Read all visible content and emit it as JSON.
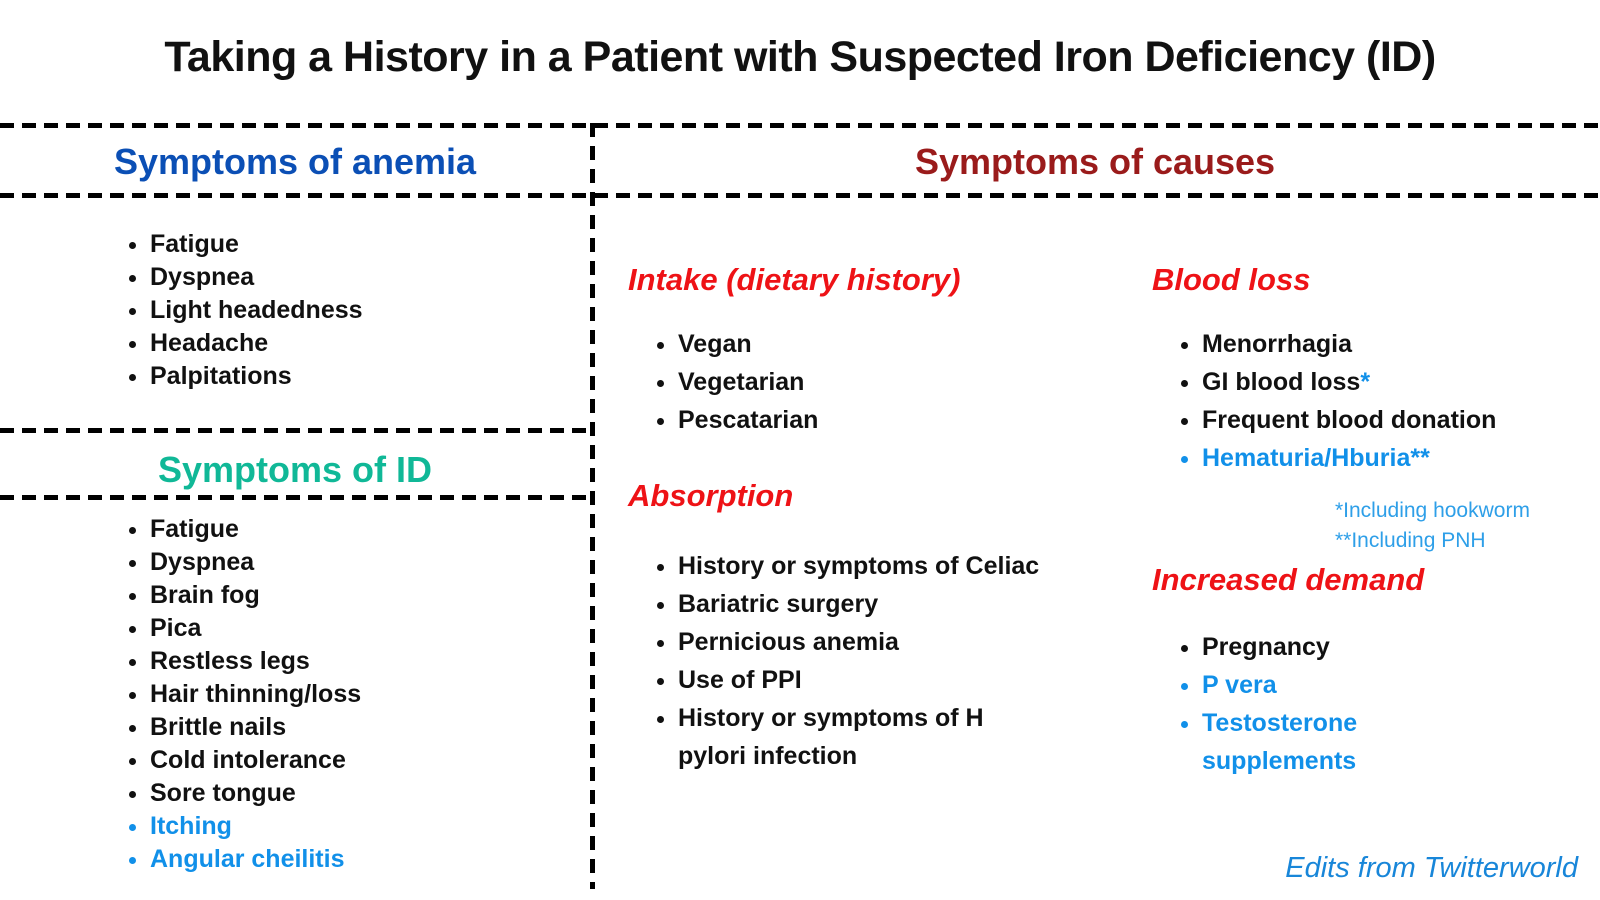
{
  "title": "Taking a History in a Patient with Suspected Iron Deficiency (ID)",
  "colors": {
    "text_black": "#111111",
    "dash_black": "#000000",
    "anemia_blue": "#0B4FB5",
    "causes_red": "#9A1B1B",
    "id_teal": "#10B897",
    "section_red": "#EE1216",
    "item_blue": "#1190E9",
    "footnote_blue": "#2E9FE8",
    "credit_blue": "#1886D9"
  },
  "left": {
    "anemia": {
      "heading": "Symptoms of anemia",
      "items": [
        {
          "text": "Fatigue"
        },
        {
          "text": "Dyspnea"
        },
        {
          "text": "Light headedness"
        },
        {
          "text": "Headache"
        },
        {
          "text": "Palpitations"
        }
      ]
    },
    "id": {
      "heading": "Symptoms of ID",
      "items": [
        {
          "text": "Fatigue"
        },
        {
          "text": "Dyspnea"
        },
        {
          "text": "Brain fog"
        },
        {
          "text": "Pica"
        },
        {
          "text": "Restless legs"
        },
        {
          "text": "Hair thinning/loss"
        },
        {
          "text": "Brittle nails"
        },
        {
          "text": "Cold intolerance"
        },
        {
          "text": "Sore tongue"
        },
        {
          "text": "Itching",
          "color": "blue"
        },
        {
          "text": "Angular cheilitis",
          "color": "blue"
        }
      ]
    }
  },
  "causes": {
    "heading": "Symptoms of causes",
    "intake": {
      "heading": "Intake (dietary history)",
      "items": [
        {
          "text": "Vegan"
        },
        {
          "text": "Vegetarian"
        },
        {
          "text": "Pescatarian"
        }
      ]
    },
    "absorption": {
      "heading": "Absorption",
      "items": [
        {
          "text": "History or symptoms of Celiac"
        },
        {
          "text": "Bariatric surgery"
        },
        {
          "text": "Pernicious anemia"
        },
        {
          "text": "Use of PPI"
        },
        {
          "text": "History or symptoms of H\npylori infection"
        }
      ]
    },
    "blood_loss": {
      "heading": "Blood loss",
      "items": [
        {
          "text": "Menorrhagia"
        },
        {
          "text": "GI blood loss",
          "suffix": "*"
        },
        {
          "text": "Frequent blood donation"
        },
        {
          "text": "Hematuria/Hburia**",
          "color": "blue"
        }
      ]
    },
    "footnotes": [
      "*Including hookworm",
      "**Including PNH"
    ],
    "increased_demand": {
      "heading": "Increased demand",
      "items": [
        {
          "text": "Pregnancy"
        },
        {
          "text": "P vera",
          "color": "blue"
        },
        {
          "text": "Testosterone\nsupplements",
          "color": "blue"
        }
      ]
    }
  },
  "credit": "Edits from Twitterworld"
}
